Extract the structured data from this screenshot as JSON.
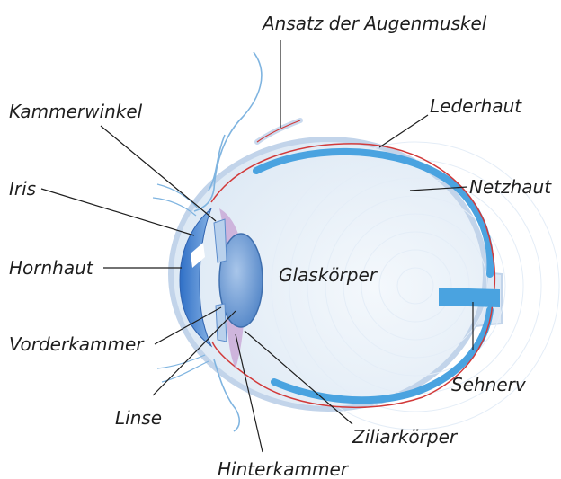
{
  "labels": {
    "muscle_insertion": "Ansatz der Augenmuskel",
    "sclera": "Lederhaut",
    "retina": "Netzhaut",
    "chamber_angle": "Kammerwinkel",
    "iris": "Iris",
    "cornea": "Hornhaut",
    "anterior_chamber": "Vorderkammer",
    "lens": "Linse",
    "posterior_chamber": "Hinterkammer",
    "ciliary_body": "Ziliarkörper",
    "optic_nerve": "Sehnerv",
    "vitreous_body": "Glaskörper"
  },
  "colors": {
    "eyeball_fill": "#dfe9f5",
    "sclera_outline": "#b8cde8",
    "retina_band": "#4aa3e0",
    "choroid_line": "#d23a3a",
    "lens_fill": "#7ea6d8",
    "cornea_fill": "#3f7fd0",
    "ciliary_fill": "#c8a6d6",
    "eyelid_line": "#7fb4e0",
    "leader_line": "#1e1e1e"
  }
}
